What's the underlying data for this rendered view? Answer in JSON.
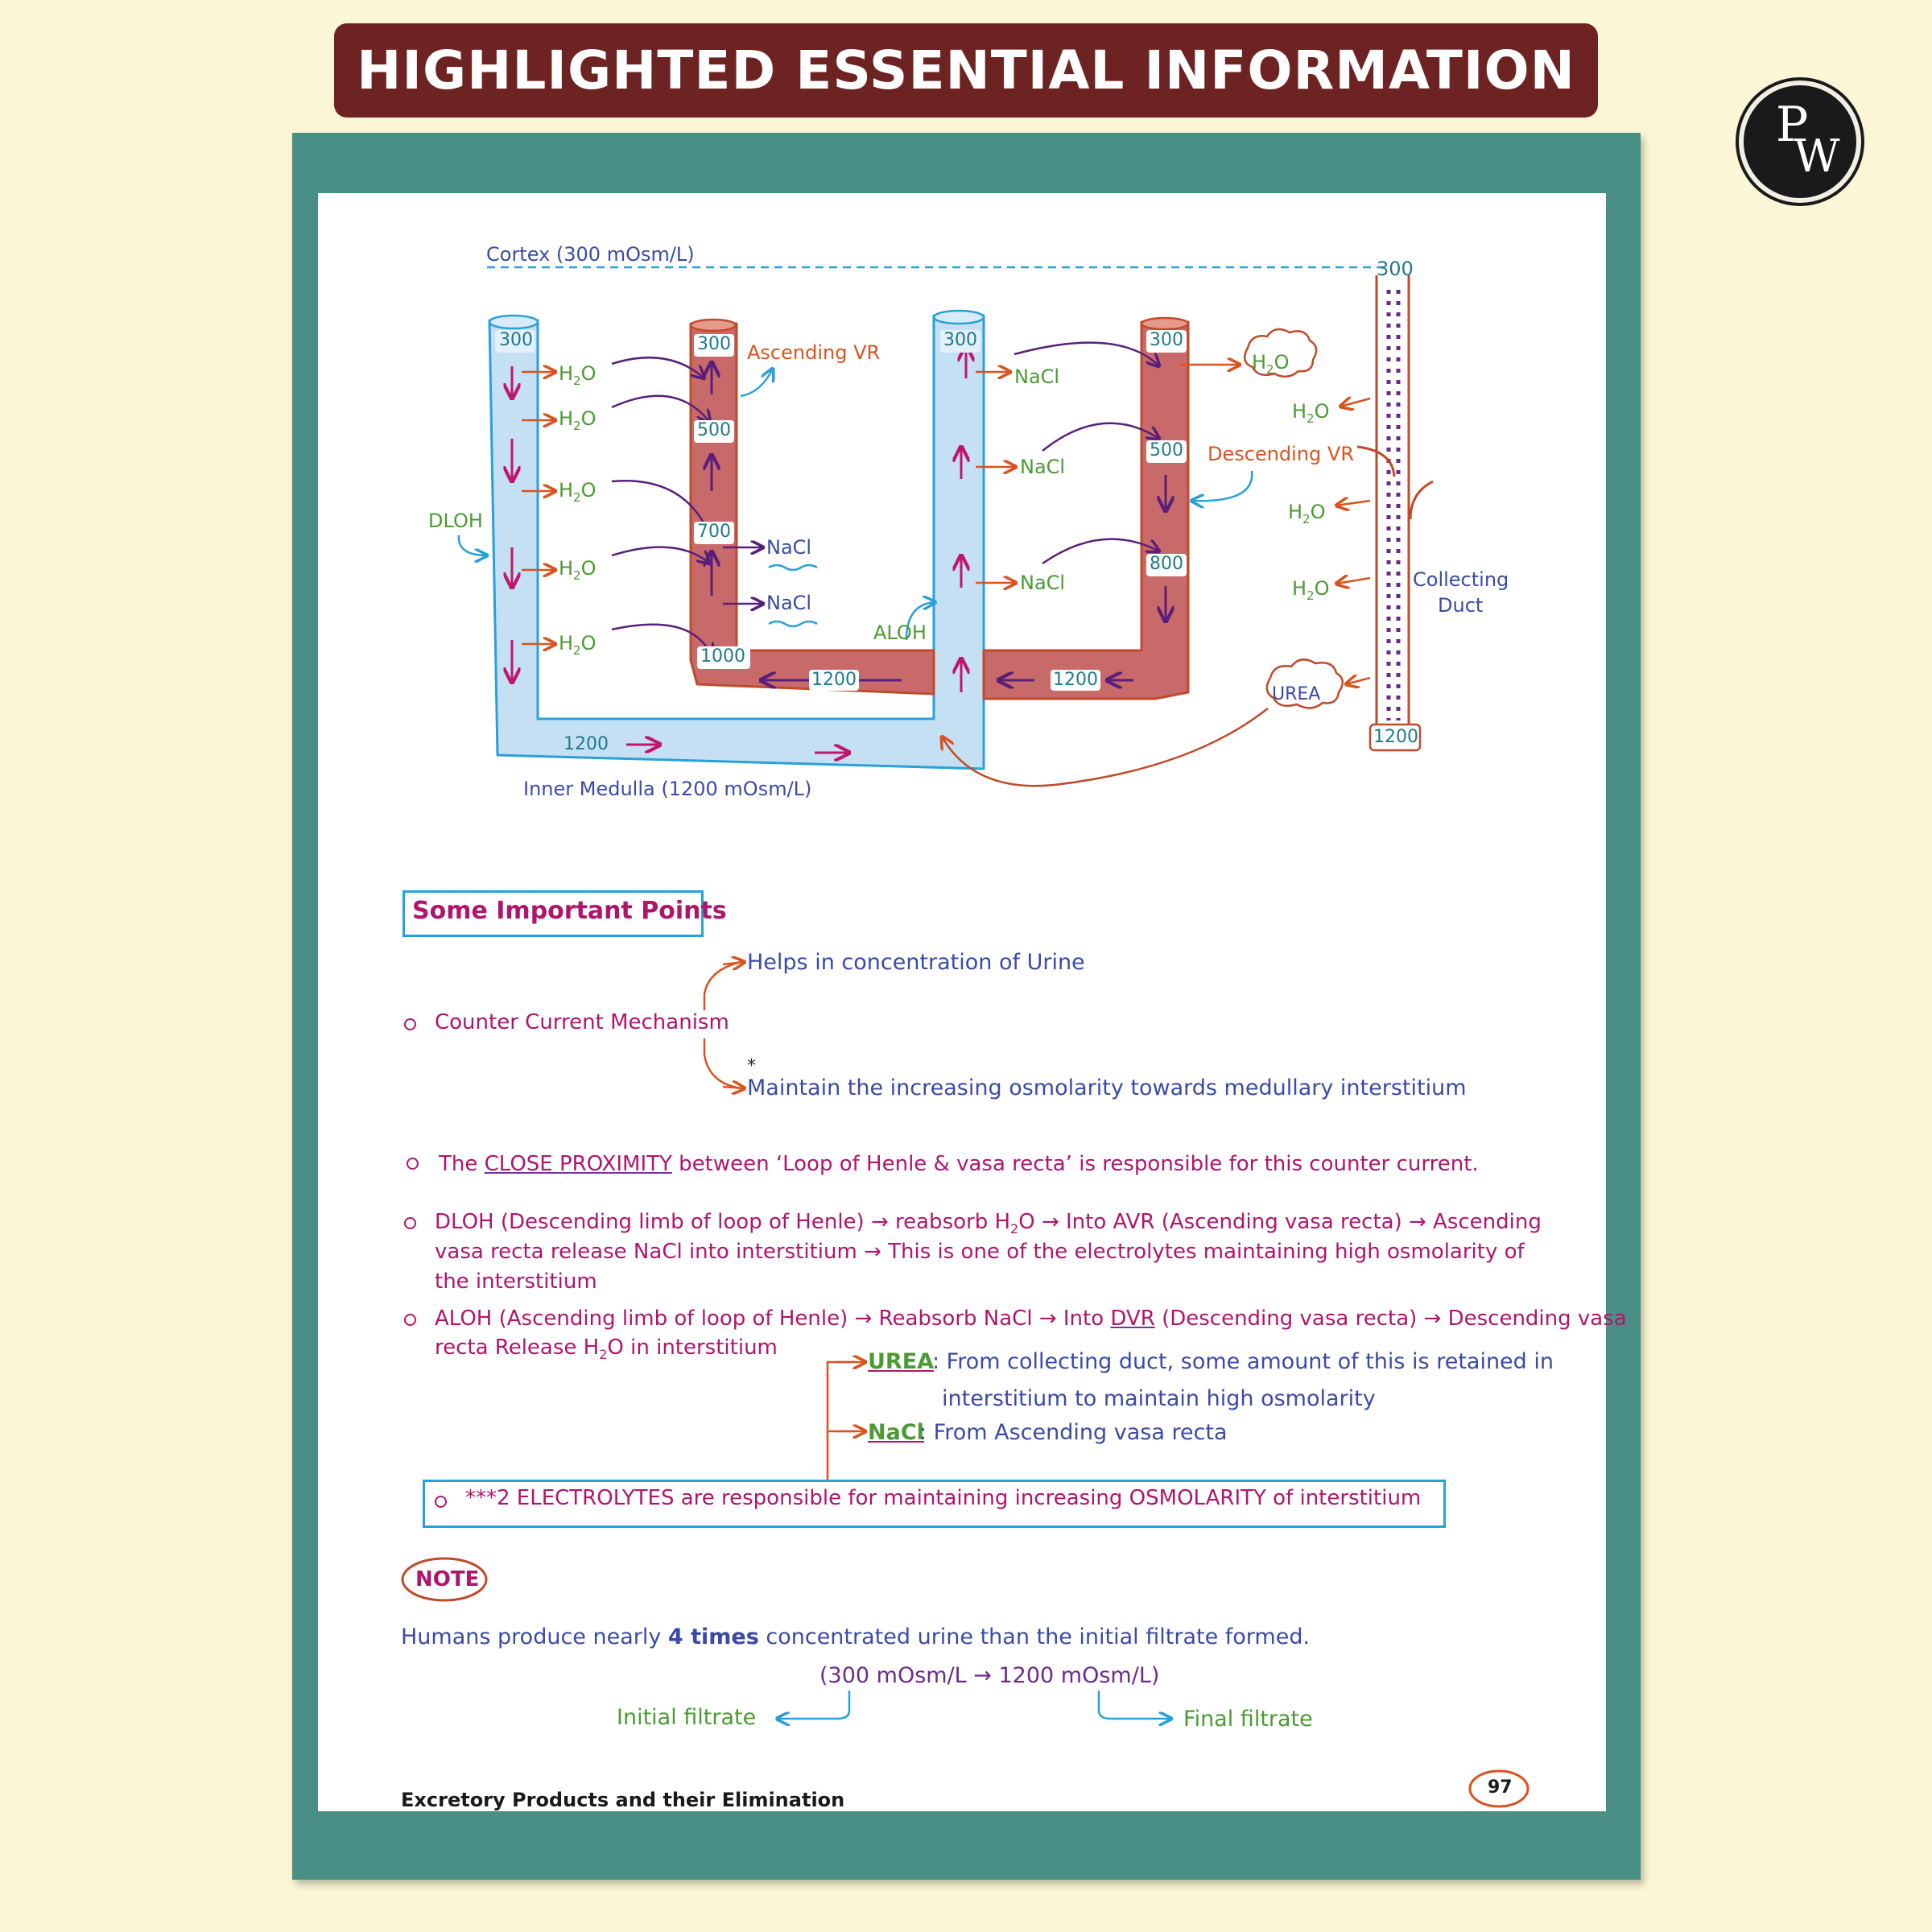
{
  "header": {
    "title": "HIGHLIGHTED ESSENTIAL INFORMATION",
    "logo_p": "P",
    "logo_w": "W"
  },
  "diagram": {
    "cortex": "Cortex (300 mOsm/L)",
    "cortex_value": "300",
    "medulla": "Inner Medulla (1200 mOsm/L)",
    "dloh": "DLOH",
    "aloh": "ALOH",
    "ascending_vr": "Ascending VR",
    "descending_vr": "Descending VR",
    "collecting_duct": [
      "Collecting",
      "Duct"
    ],
    "urea": "UREA",
    "nacl": "NaCl",
    "h2o": "H",
    "h2o_sub": "2",
    "h2o_o": "O",
    "dloh_values": [
      "300",
      "1200"
    ],
    "avr_values": [
      "300",
      "500",
      "700",
      "1000",
      "1200"
    ],
    "aloh_values": [
      "300"
    ],
    "dvr_values": [
      "300",
      "500",
      "800",
      "1200"
    ],
    "duct_value": "1200"
  },
  "points": {
    "heading": "Some Important Points",
    "ccm": "Counter Current Mechanism",
    "ccm_b1": "Helps in concentration of Urine",
    "ccm_b2": "Maintain the increasing osmolarity towards medullary interstitium",
    "star": "*",
    "p1_pre": "The ",
    "p1_u": "CLOSE PROXIMITY",
    "p1_post": " between ‘Loop of Henle & vasa recta’ is responsible for this counter current.",
    "p2_l1a": "DLOH (Descending limb of loop of Henle) → reabsorb H",
    "p2_sub": "2",
    "p2_l1b": "O → Into AVR (Ascending vasa recta) → Ascending",
    "p2_l2": "vasa recta release NaCl into interstitium →  This is one of the electrolytes maintaining high osmolarity of",
    "p2_l3": "the interstitium",
    "p3_l1a": "ALOH (Ascending limb of loop of Henle) → Reabsorb NaCl → Into ",
    "p3_u": "DVR",
    "p3_l1b": " (Descending vasa recta) → Descending vasa",
    "p3_l2a": "recta Release H",
    "p3_sub": "2",
    "p3_l2b": "O in interstitium",
    "urea_label": "UREA",
    "urea_text": ": From collecting duct, some amount of this is retained in",
    "urea_text2": "interstitium to maintain high osmolarity",
    "nacl_label": "NaCl",
    "nacl_text": ": From Ascending vasa recta",
    "electrolytes": "***2 ELECTROLYTES are responsible for maintaining increasing OSMOLARITY of interstitium"
  },
  "note": {
    "label": "NOTE",
    "text_pre": "Humans produce nearly ",
    "text_bold": "4 times",
    "text_post": " concentrated urine than the initial filtrate formed.",
    "formula": "(300 mOsm/L → 1200 mOsm/L)",
    "initial": "Initial filtrate",
    "final": "Final filtrate"
  },
  "footer": {
    "chapter": "Excretory Products and their Elimination",
    "page": "97"
  },
  "colors": {
    "banner": "#6e2323",
    "frame": "#4a8f86",
    "background": "#fbf6d6",
    "loop": "#c6e0f3",
    "vasa": "#c96a6a"
  }
}
